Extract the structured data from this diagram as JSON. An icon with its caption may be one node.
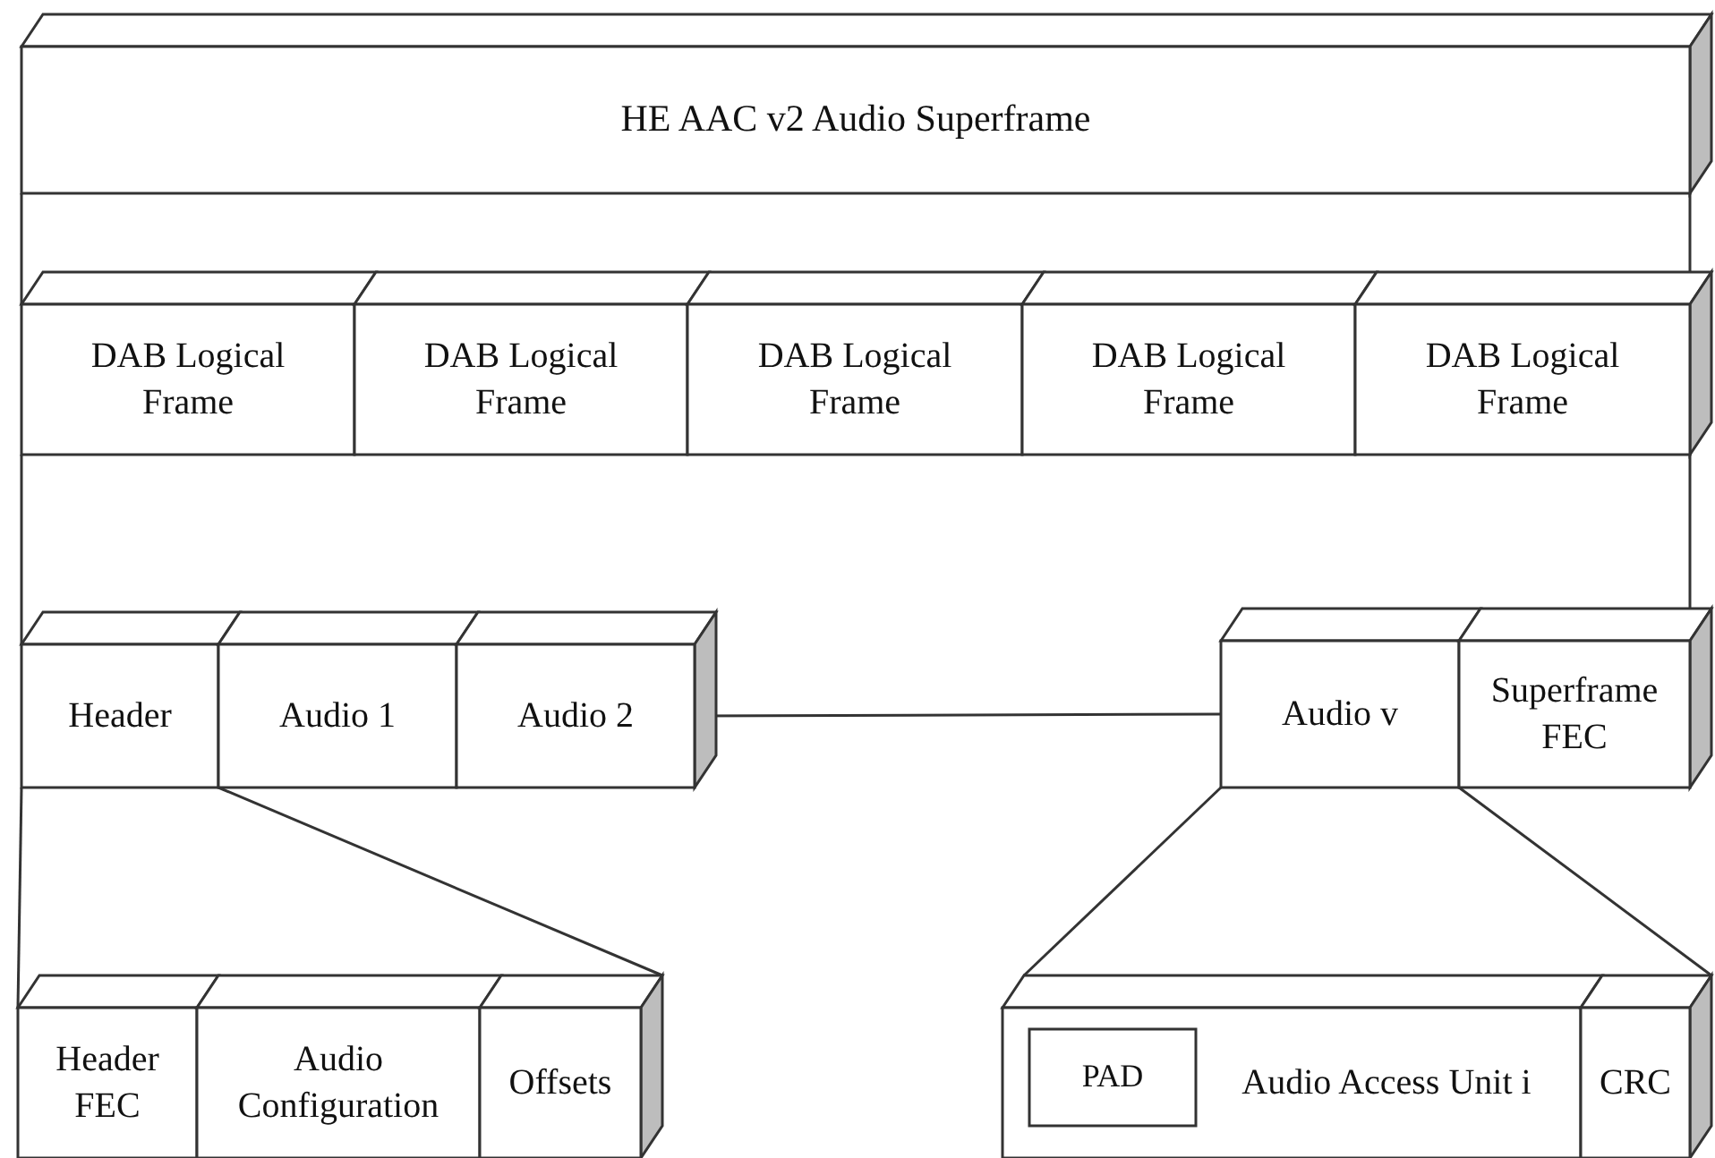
{
  "diagram": {
    "nodes": [
      {
        "text": [
          "HE AAC v2 Audio Superframe"
        ]
      },
      {
        "text": [
          "DAB Logical Frame"
        ]
      },
      {
        "text": [
          "DAB Logical Frame"
        ]
      },
      {
        "text": [
          "DAB Logical Frame"
        ]
      },
      {
        "text": [
          "DAB Logical Frame"
        ]
      },
      {
        "text": [
          "DAB Logical Frame"
        ]
      },
      {
        "text": [
          "Header"
        ]
      },
      {
        "text": [
          "Audio 1"
        ]
      },
      {
        "text": [
          "Audio 2"
        ]
      },
      {
        "text": [
          "Audio v"
        ]
      },
      {
        "text": [
          "Superframe FEC"
        ]
      },
      {
        "text": [
          "Header FEC"
        ]
      },
      {
        "text": [
          "Audio Configuration"
        ]
      },
      {
        "text": [
          "Offsets"
        ]
      },
      {
        "text": [
          "Audio Access Unit i"
        ]
      },
      {
        "text": [
          "PAD"
        ],
        "in": 14
      },
      {
        "text": [
          "CRC"
        ]
      }
    ],
    "edges": [
      {
        "from": 0,
        "to": 1,
        "arrow": "none"
      },
      {
        "from": 0,
        "to": 5,
        "arrow": "none"
      },
      {
        "from": 1,
        "to": 6,
        "arrow": "none"
      },
      {
        "from": 5,
        "to": 10,
        "arrow": "none"
      },
      {
        "from": 8,
        "to": 9,
        "arrow": "none"
      },
      {
        "from": 6,
        "to": 11,
        "arrow": "none"
      },
      {
        "from": 6,
        "to": 13,
        "arrow": "none"
      },
      {
        "from": 9,
        "to": 14,
        "arrow": "none"
      },
      {
        "from": 9,
        "to": 16,
        "arrow": "none"
      }
    ]
  }
}
